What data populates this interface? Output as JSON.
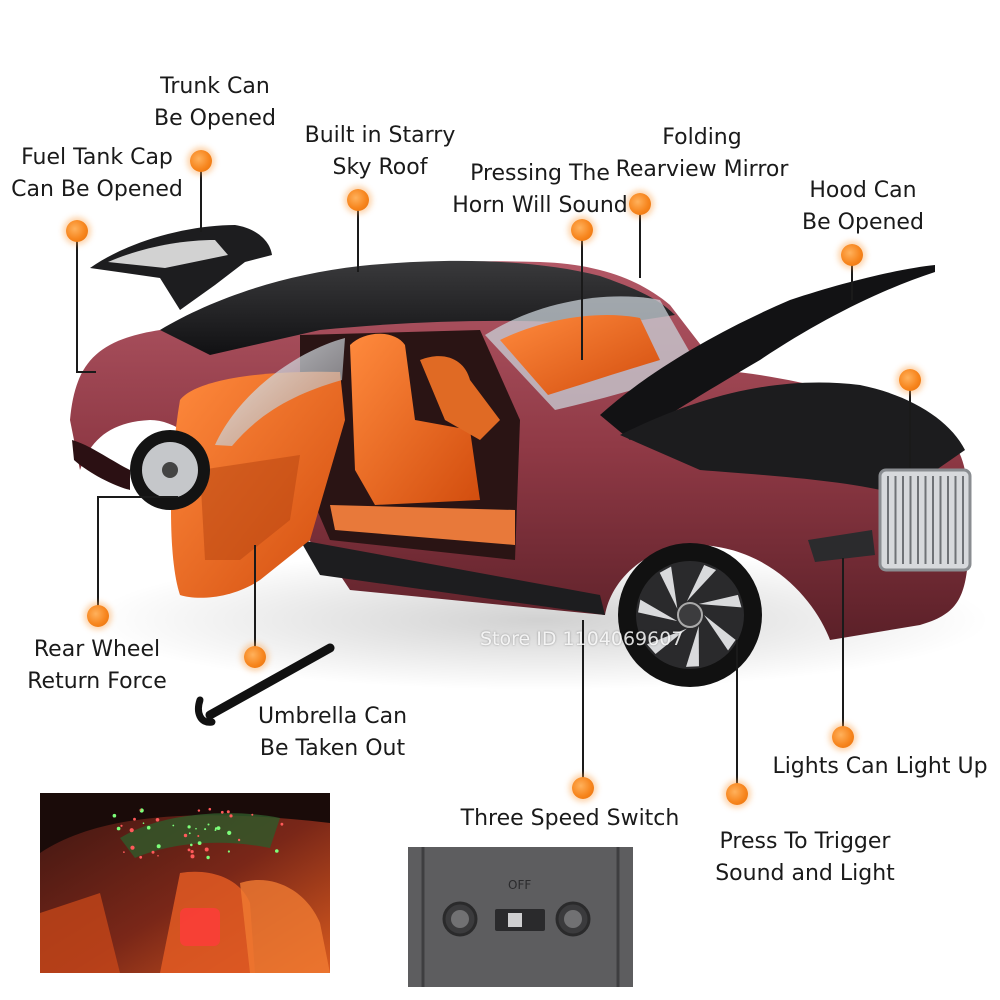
{
  "watermark": "Store ID 1104069607",
  "features": [
    {
      "id": "trunk",
      "lines": [
        "Trunk Can",
        "Be Opened"
      ]
    },
    {
      "id": "fuel-tank-cap",
      "lines": [
        "Fuel Tank Cap",
        "Can Be Opened"
      ]
    },
    {
      "id": "starry-sky-roof",
      "lines": [
        "Built in Starry",
        "Sky Roof"
      ]
    },
    {
      "id": "horn",
      "lines": [
        "Pressing The",
        "Horn Will Sound"
      ]
    },
    {
      "id": "folding-mirror",
      "lines": [
        "Folding",
        "Rearview Mirror"
      ]
    },
    {
      "id": "hood",
      "lines": [
        "Hood Can",
        "Be Opened"
      ]
    },
    {
      "id": "rear-wheel",
      "lines": [
        "Rear Wheel",
        "Return Force"
      ]
    },
    {
      "id": "umbrella",
      "lines": [
        "Umbrella Can",
        "Be Taken Out"
      ]
    },
    {
      "id": "lights",
      "lines": [
        "Lights Can Light Up"
      ]
    },
    {
      "id": "three-speed-switch",
      "lines": [
        "Three Speed Switch"
      ]
    },
    {
      "id": "sound-light-trigger",
      "lines": [
        "Press To Trigger",
        "Sound and Light"
      ]
    }
  ],
  "switch_panel_text": "OFF"
}
